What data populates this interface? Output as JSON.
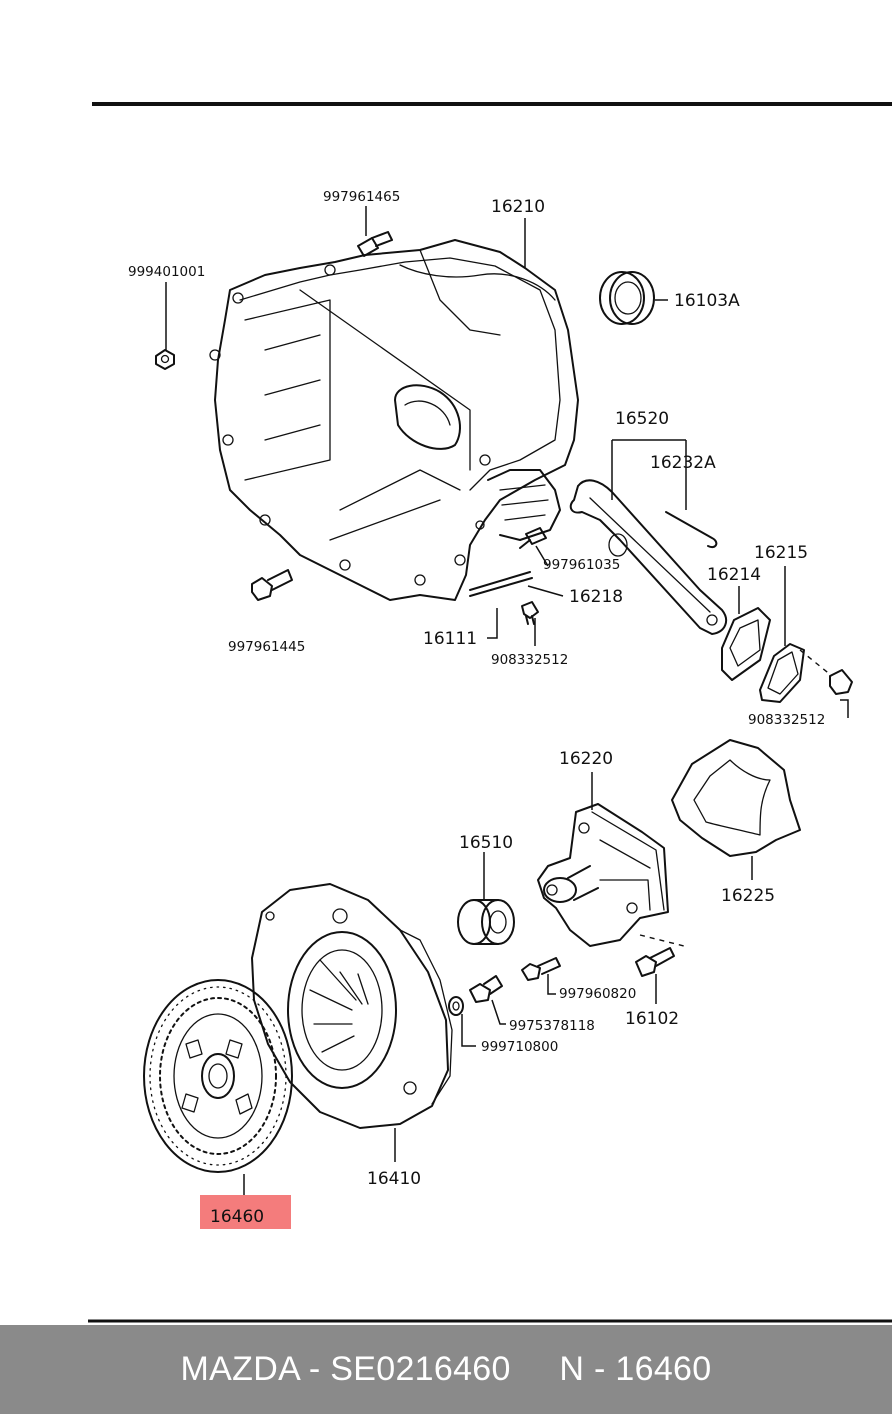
{
  "diagram": {
    "highlight_color": "#f47c7c",
    "labels": {
      "p_997961465": "997961465",
      "p_16210": "16210",
      "p_999401001": "999401001",
      "p_16103A": "16103A",
      "p_16520": "16520",
      "p_16232A": "16232A",
      "p_16215": "16215",
      "p_16214": "16214",
      "p_997961035": "997961035",
      "p_16218": "16218",
      "p_997961445": "997961445",
      "p_16111": "16111",
      "p_908332512_a": "908332512",
      "p_908332512_b": "908332512",
      "p_16220": "16220",
      "p_16510": "16510",
      "p_16225": "16225",
      "p_997960820": "997960820",
      "p_9975378118": "9975378118",
      "p_16102": "16102",
      "p_999710800": "999710800",
      "p_16410": "16410",
      "p_16460": "16460"
    }
  },
  "footer": {
    "background": "#8a8a8a",
    "text": "MAZDA - SE0216460     N - 16460"
  }
}
